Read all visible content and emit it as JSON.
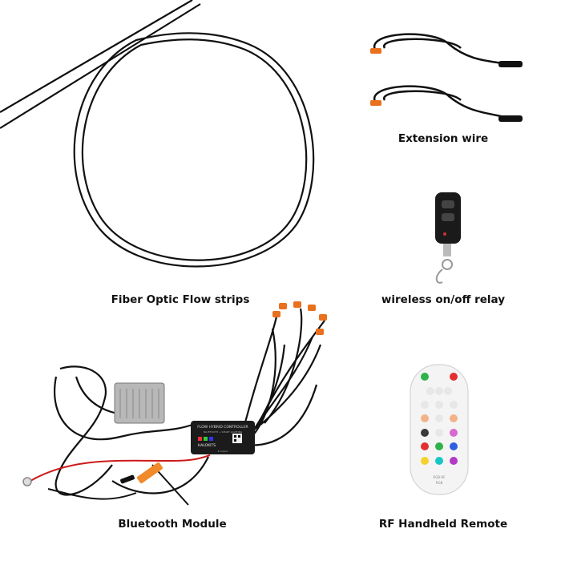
{
  "captions": {
    "extension_wire": "Extension wire",
    "fiber_strips": "Fiber Optic Flow strips",
    "relay": "wireless on/off relay",
    "bluetooth_module": "Bluetooth Module",
    "rf_remote": "RF Handheld Remote"
  },
  "module_labels": {
    "title": "FLOW HYBRID CONTROLLER",
    "subtitle": "BLUETOOTH + SMART LIGHTING",
    "brand": "HALOKITS",
    "output": "8 output"
  },
  "remote_labels": {
    "model": "RGB-RF",
    "tag": "RGB"
  },
  "colors": {
    "background": "#ffffff",
    "wire": "#111111",
    "connector_orange": "#e8701e",
    "fuse_orange": "#f08a2a",
    "red_wire": "#cc1a1a"
  }
}
